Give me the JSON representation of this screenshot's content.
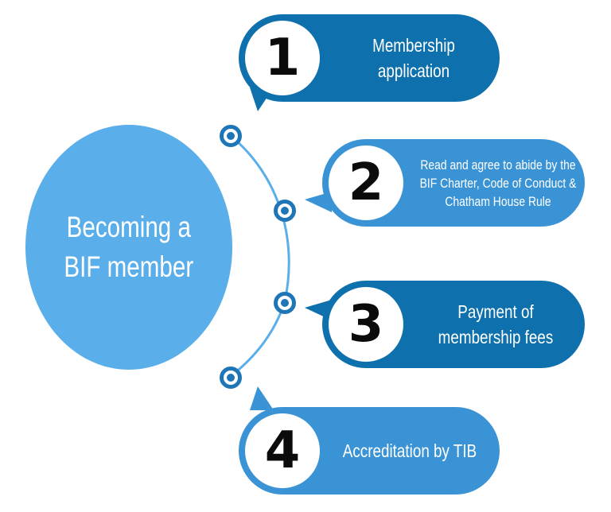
{
  "hub": {
    "title": "Becoming a\nBIF member"
  },
  "steps": [
    {
      "number": "1",
      "text": "Membership application"
    },
    {
      "number": "2",
      "text": "Read and agree to abide by the BIF Charter, Code of Conduct & Chatham House Rule"
    },
    {
      "number": "3",
      "text": "Payment of membership fees"
    },
    {
      "number": "4",
      "text": "Accreditation by TIB"
    }
  ],
  "colors": {
    "hub": "#5aaeea",
    "step_dark": "#0e70ad",
    "step_light": "#3a93d4",
    "node": "#1f76b7",
    "arc": "#5aaeea"
  }
}
